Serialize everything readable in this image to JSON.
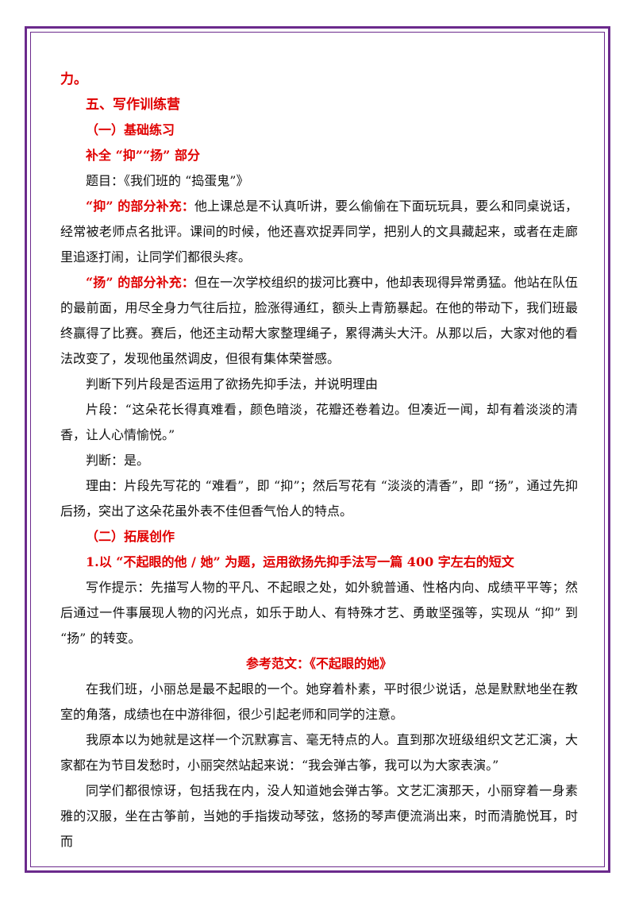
{
  "colors": {
    "frame": "#6b2a8c",
    "heading": "#e00000",
    "text": "#111111"
  },
  "top_fragment": "力。",
  "section5_title": "五、写作训练营",
  "sub1_title": "（一）基础练习",
  "task1_title": "补全 “抑”“扬” 部分",
  "topic": "题目：《我们班的 “捣蛋鬼”》",
  "yi_label": "“抑” 的部分补充：",
  "yi_text": "他上课总是不认真听讲，要么偷偷在下面玩玩具，要么和同桌说话，经常被老师点名批评。课间的时候，他还喜欢捉弄同学，把别人的文具藏起来，或者在走廊里追逐打闹，让同学们都很头疼。",
  "yang_label": "“扬” 的部分补充：",
  "yang_text": "但在一次学校组织的拔河比赛中，他却表现得异常勇猛。他站在队伍的最前面，用尽全身力气往后拉，脸涨得通红，额头上青筋暴起。在他的带动下，我们班最终赢得了比赛。赛后，他还主动帮大家整理绳子，累得满头大汗。从那以后，大家对他的看法改变了，发现他虽然调皮，但很有集体荣誉感。",
  "judge_prompt": "判断下列片段是否运用了欲扬先抑手法，并说明理由",
  "fragment": "片段：“这朵花长得真难看，颜色暗淡，花瓣还卷着边。但凑近一闻，却有着淡淡的清香，让人心情愉悦。”",
  "judgement": "判断：是。",
  "reason": "理由：片段先写花的 “难看”，即 “抑”；然后写花有 “淡淡的清香”，即 “扬”，通过先抑后扬，突出了这朵花虽外表不佳但香气怡人的特点。",
  "sub2_title": "（二）拓展创作",
  "task2_title": "1.以 “不起眼的他 / 她” 为题，运用欲扬先抑手法写一篇 400 字左右的短文",
  "hint": "写作提示：先描写人物的平凡、不起眼之处，如外貌普通、性格内向、成绩平平等；然后通过一件事展现人物的闪光点，如乐于助人、有特殊才艺、勇敢坚强等，实现从 “抑” 到 “扬” 的转变。",
  "sample_title": "参考范文：《不起眼的她》",
  "sample_p1": "在我们班，小丽总是最不起眼的一个。她穿着朴素，平时很少说话，总是默默地坐在教室的角落，成绩也在中游徘徊，很少引起老师和同学的注意。",
  "sample_p2": "我原本以为她就是这样一个沉默寡言、毫无特点的人。直到那次班级组织文艺汇演，大家都在为节目发愁时，小丽突然站起来说：“我会弹古筝，我可以为大家表演。”",
  "sample_p3": "同学们都很惊讶，包括我在内，没人知道她会弹古筝。文艺汇演那天，小丽穿着一身素雅的汉服，坐在古筝前，当她的手指拨动琴弦，悠扬的琴声便流淌出来，时而清脆悦耳，时而"
}
